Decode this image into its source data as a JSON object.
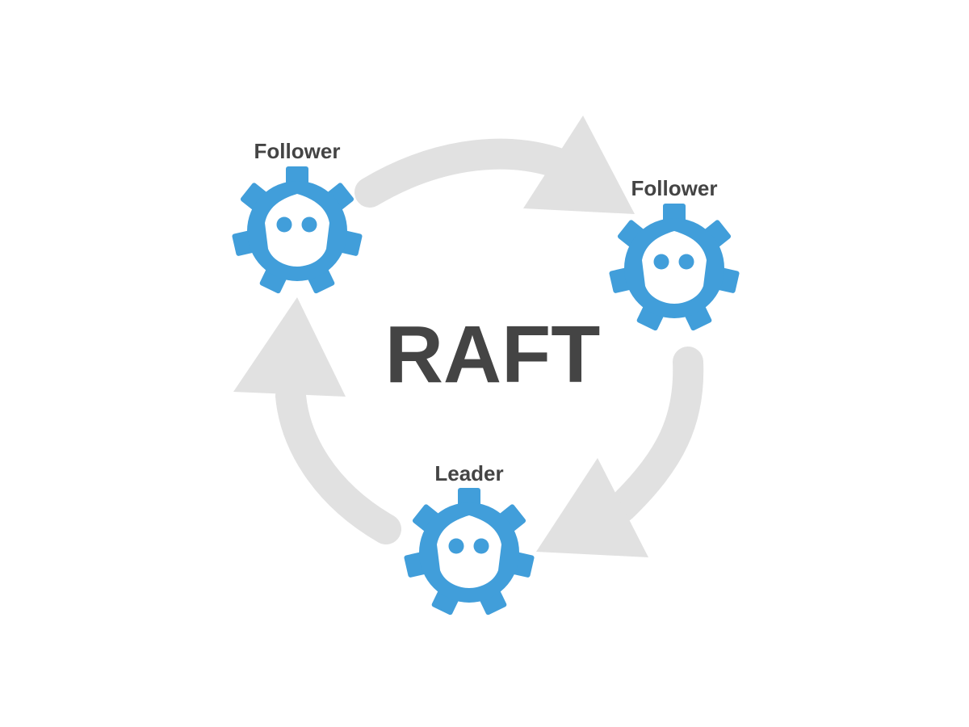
{
  "diagram": {
    "title": "RAFT",
    "nodes": [
      {
        "id": "follower-top-left",
        "role": "Follower",
        "icon": "etcd-robot-icon"
      },
      {
        "id": "follower-right",
        "role": "Follower",
        "icon": "etcd-robot-icon"
      },
      {
        "id": "leader-bottom",
        "role": "Leader",
        "icon": "etcd-robot-icon"
      }
    ],
    "edges": [
      {
        "from": "follower-top-left",
        "to": "follower-right"
      },
      {
        "from": "follower-right",
        "to": "leader-bottom"
      },
      {
        "from": "leader-bottom",
        "to": "follower-top-left"
      }
    ],
    "colors": {
      "node": "#419eda",
      "eyes": "#419eda",
      "face": "#ffffff",
      "arrow": "#e1e1e1",
      "text": "#444444"
    }
  }
}
